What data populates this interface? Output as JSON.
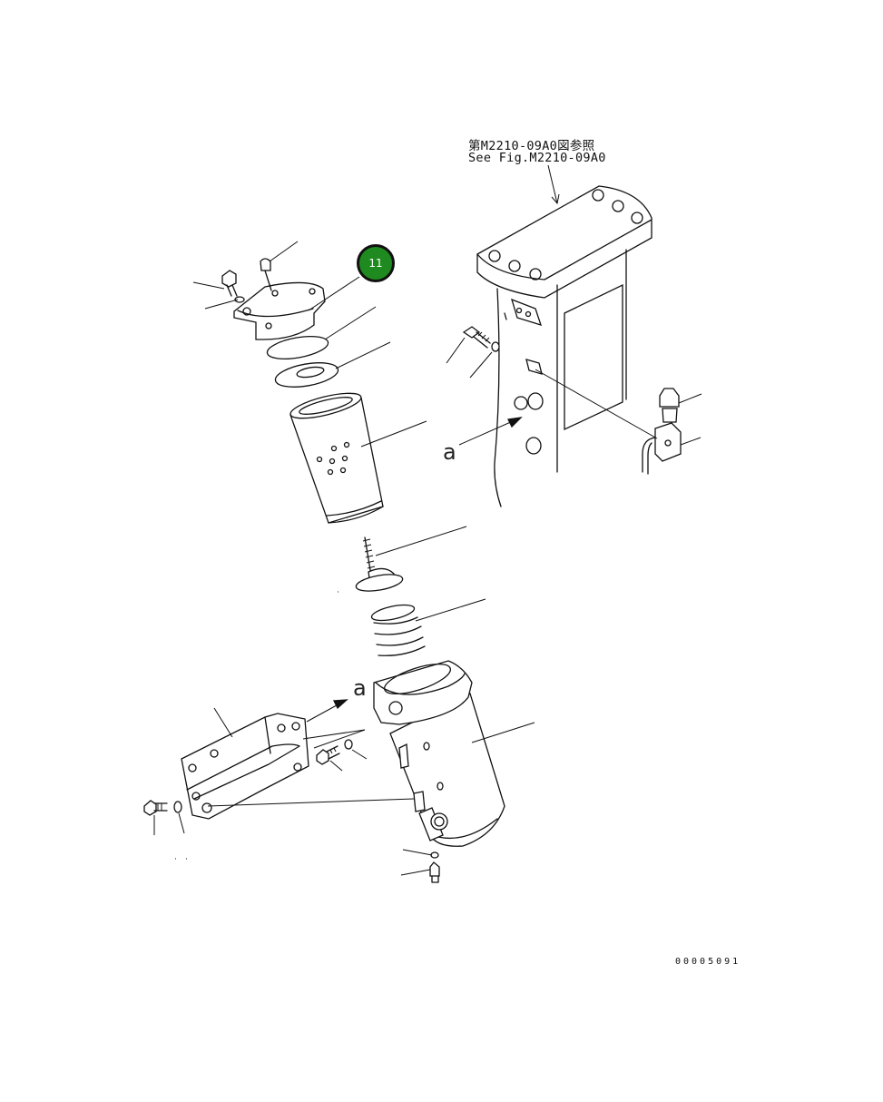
{
  "reference": {
    "jp": "第M2210-09A0図参照",
    "en": "See Fig.M2210-09A0"
  },
  "view_marker": "a",
  "callout": {
    "number": "11",
    "color": "#1f8a1f"
  },
  "drawing_number": "00005091"
}
